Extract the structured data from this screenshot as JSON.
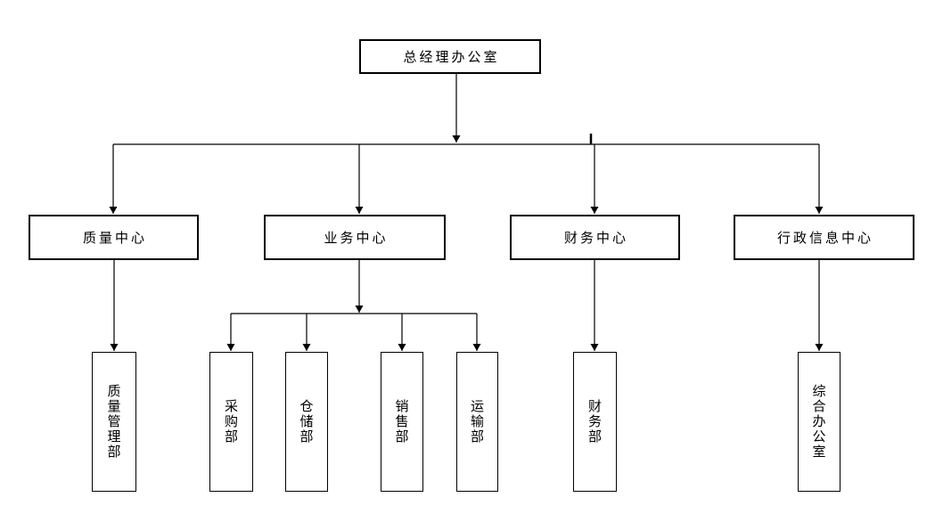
{
  "colors": {
    "line_color": "#000000",
    "box_border_color": "#000000",
    "box_fill": "#ffffff",
    "canvas_background": "#ffffff",
    "text_color": "#000000"
  },
  "org_chart": {
    "root": {
      "label": "总经理办公室"
    },
    "centers": [
      {
        "label": "质量中心",
        "departments": [
          "质量管理部"
        ]
      },
      {
        "label": "业务中心",
        "departments": [
          "采购部",
          "仓储部",
          "销售部",
          "运输部"
        ]
      },
      {
        "label": "财务中心",
        "departments": [
          "财务部"
        ]
      },
      {
        "label": "行政信息中心",
        "departments": [
          "综合办公室"
        ]
      }
    ]
  }
}
